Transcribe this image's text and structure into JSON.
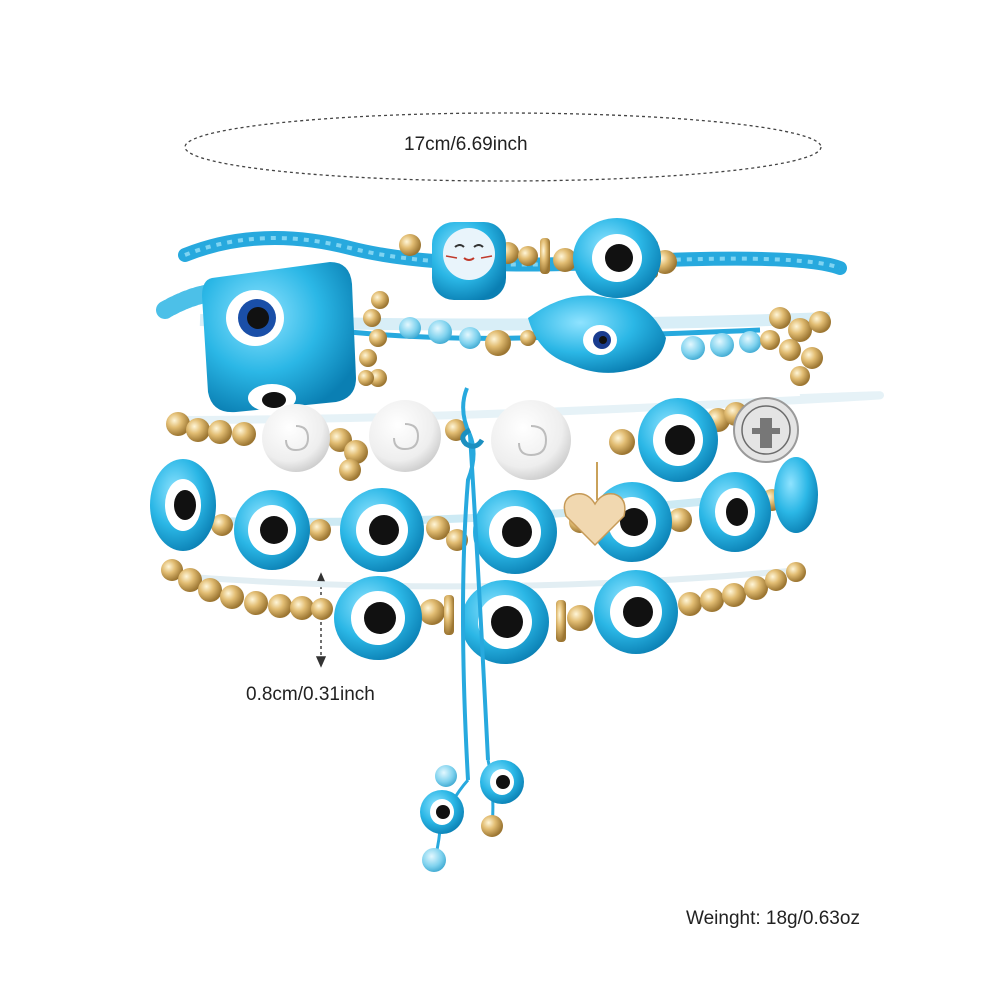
{
  "length": {
    "label": "17cm/6.69inch"
  },
  "bead_size": {
    "label": "0.8cm/0.31inch"
  },
  "weight": {
    "label": "Weinght: 18g/0.63oz"
  },
  "colors": {
    "evil_eye_blue": "#2bb7e6",
    "cord_blue": "#27a9de",
    "gold": "#d9b46a",
    "pearl": "#f2f2f2",
    "background": "#ffffff"
  },
  "icons": [
    "evil-eye-bead",
    "cat-face-bead",
    "hamsa-bead",
    "heart-charm",
    "coin-medal"
  ]
}
